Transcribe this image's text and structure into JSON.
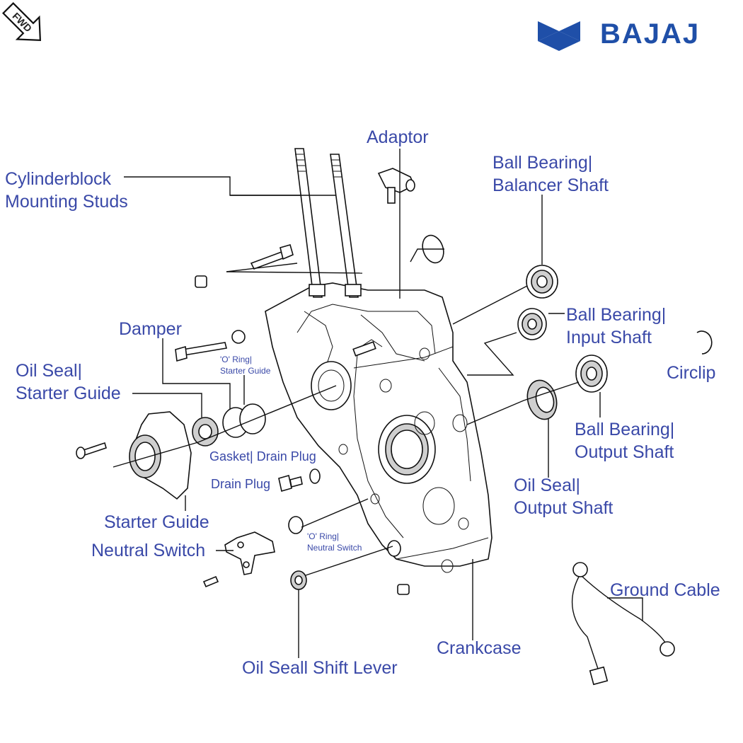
{
  "brand": {
    "name": "BAJAJ",
    "color": "#1f4fa8"
  },
  "fwd_mark": {
    "text": "FWD",
    "icon": "forward-arrow-icon"
  },
  "label_color": "#3a49a8",
  "labels": {
    "adaptor": "Adaptor",
    "studs_1": "Cylinderblock",
    "studs_2": "Mounting Studs",
    "bb_balancer_1": "Ball Bearing|",
    "bb_balancer_2": "Balancer Shaft",
    "bb_input_1": "Ball Bearing|",
    "bb_input_2": "Input Shaft",
    "circlip": "Circlip",
    "damper": "Damper",
    "oring_starter_1": "'O' Ring|",
    "oring_starter_2": "Starter Guide",
    "oilseal_starter_1": "Oil Seal|",
    "oilseal_starter_2": "Starter Guide",
    "bb_output_1": "Ball Bearing|",
    "bb_output_2": "Output Shaft",
    "gasket": "Gasket| Drain Plug",
    "drain_plug": "Drain Plug",
    "oilseal_output_1": "Oil Seal|",
    "oilseal_output_2": "Output Shaft",
    "starter_guide": "Starter Guide",
    "neutral_switch": "Neutral Switch",
    "oring_neutral_1": "'O' Ring|",
    "oring_neutral_2": "Neutral Switch",
    "ground_cable": "Ground Cable",
    "crankcase": "Crankcase",
    "oilseal_shift": "Oil Seall Shift Lever"
  }
}
